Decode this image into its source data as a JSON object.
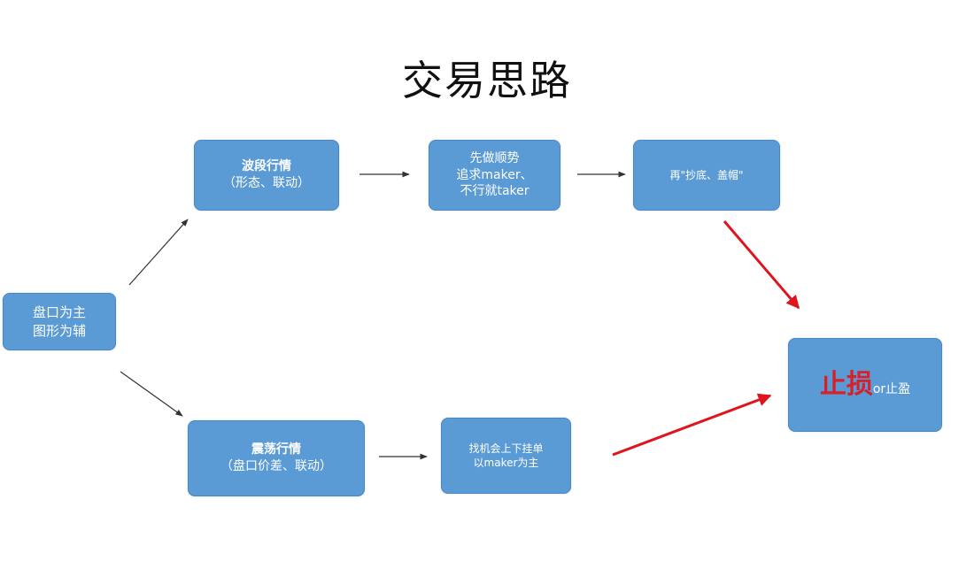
{
  "title": "交易思路",
  "nodes": {
    "main": {
      "lines": [
        "盘口为主",
        "图形为辅"
      ]
    },
    "wave": {
      "lines": [
        "波段行情",
        "（形态、联动）"
      ]
    },
    "trend": {
      "lines": [
        "先做顺势",
        "追求maker、",
        "不行就taker"
      ]
    },
    "again": {
      "lines": [
        "再\"抄底、盖帽\""
      ]
    },
    "range": {
      "lines": [
        "震荡行情",
        "（盘口价差、联动）"
      ]
    },
    "grid": {
      "lines": [
        "找机会上下挂单",
        "以maker为主"
      ]
    },
    "stop": {
      "big": "止损",
      "small": "or止盈"
    }
  },
  "colors": {
    "box": "#5b9bd5",
    "box_border": "#4a86bf",
    "arrow": "#333333",
    "red_arrow": "#e0141e",
    "stop_text": "#d6202a"
  }
}
